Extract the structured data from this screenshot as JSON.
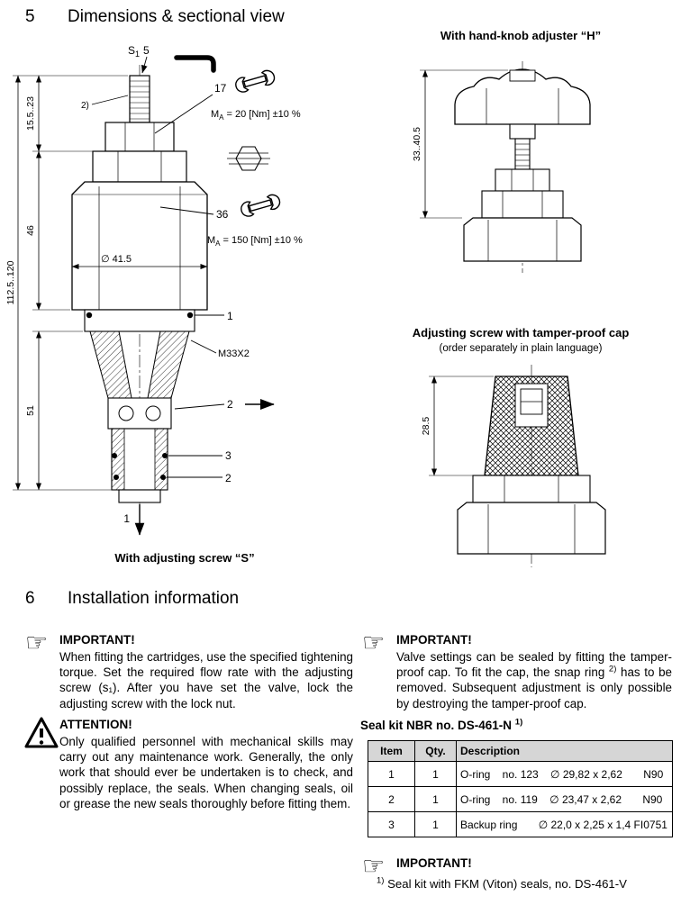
{
  "sections": {
    "dimensions": {
      "number": "5",
      "title": "Dimensions & sectional view"
    },
    "installation": {
      "number": "6",
      "title": "Installation information"
    }
  },
  "icons": {
    "pointing_hand": "☞"
  },
  "left_drawing": {
    "caption": "With adjusting screw “S”",
    "labels": {
      "s1": {
        "s": "S",
        "sub": "1",
        "size": "5"
      },
      "note2": "2)",
      "callout_17": "17",
      "torque_small": {
        "m": "M",
        "sub": "A",
        "rest": "= 20 [Nm] ±10 %"
      },
      "callout_36": "36",
      "torque_large": {
        "m": "M",
        "sub": "A",
        "rest": "= 150 [Nm] ±10 %"
      },
      "diameter": "∅ 41.5",
      "thread": "M33X2",
      "callout_1": "1",
      "callout_2": "2",
      "callout_3": "3",
      "callout_2b": "2",
      "flow_1": "1",
      "dim_top": "15.5..23",
      "dim_46": "46",
      "dim_51": "51",
      "dim_overall": "112.5..120"
    }
  },
  "hand_knob": {
    "caption": "With hand-knob adjuster “H”",
    "dim": "33..40.5"
  },
  "tamper_cap": {
    "caption": "Adjusting screw with tamper-proof cap",
    "subcaption": "(order separately in plain language)",
    "dim": "28.5"
  },
  "installation": {
    "left": {
      "important_title": "IMPORTANT!",
      "important_text": "When fitting the cartridges, use the specified tightening torque. Set the required flow rate with the adjusting screw (s₁). After you have set the valve, lock the adjusting screw with the lock nut.",
      "attention_title": "ATTENTION!",
      "attention_text": "Only qualified personnel with mechanical skills may carry out any maintenance work. Generally, the only work that should ever be undertaken is to check, and possibly replace, the seals. When changing seals, oil or grease the new seals thoroughly before fitting them."
    },
    "right": {
      "important_title": "IMPORTANT!",
      "important_text_a": "Valve settings can be sealed by fitting the tamper-proof cap. To fit the cap, the snap ring ",
      "important_sup": "2)",
      "important_text_b": " has to be removed. Subsequent adjustment is only possible by destroying the tamper-proof cap.",
      "seal_kit_title": "Seal kit NBR no. DS-461-N ",
      "seal_kit_sup": "1)",
      "table": {
        "headers": [
          "Item",
          "Qty.",
          "Description"
        ],
        "rows": [
          {
            "item": "1",
            "qty": "1",
            "desc": "O-ring    no. 123    ∅ 29,82 x 2,62       N90"
          },
          {
            "item": "2",
            "qty": "1",
            "desc": "O-ring    no. 119    ∅ 23,47 x 2,62       N90"
          },
          {
            "item": "3",
            "qty": "1",
            "desc": "Backup ring       ∅ 22,0 x 2,25 x 1,4 FI0751"
          }
        ]
      },
      "important2_title": "IMPORTANT!",
      "footnote_sup": "1)",
      "footnote_text": "Seal kit with FKM (Viton) seals, no. DS-461-V"
    }
  }
}
